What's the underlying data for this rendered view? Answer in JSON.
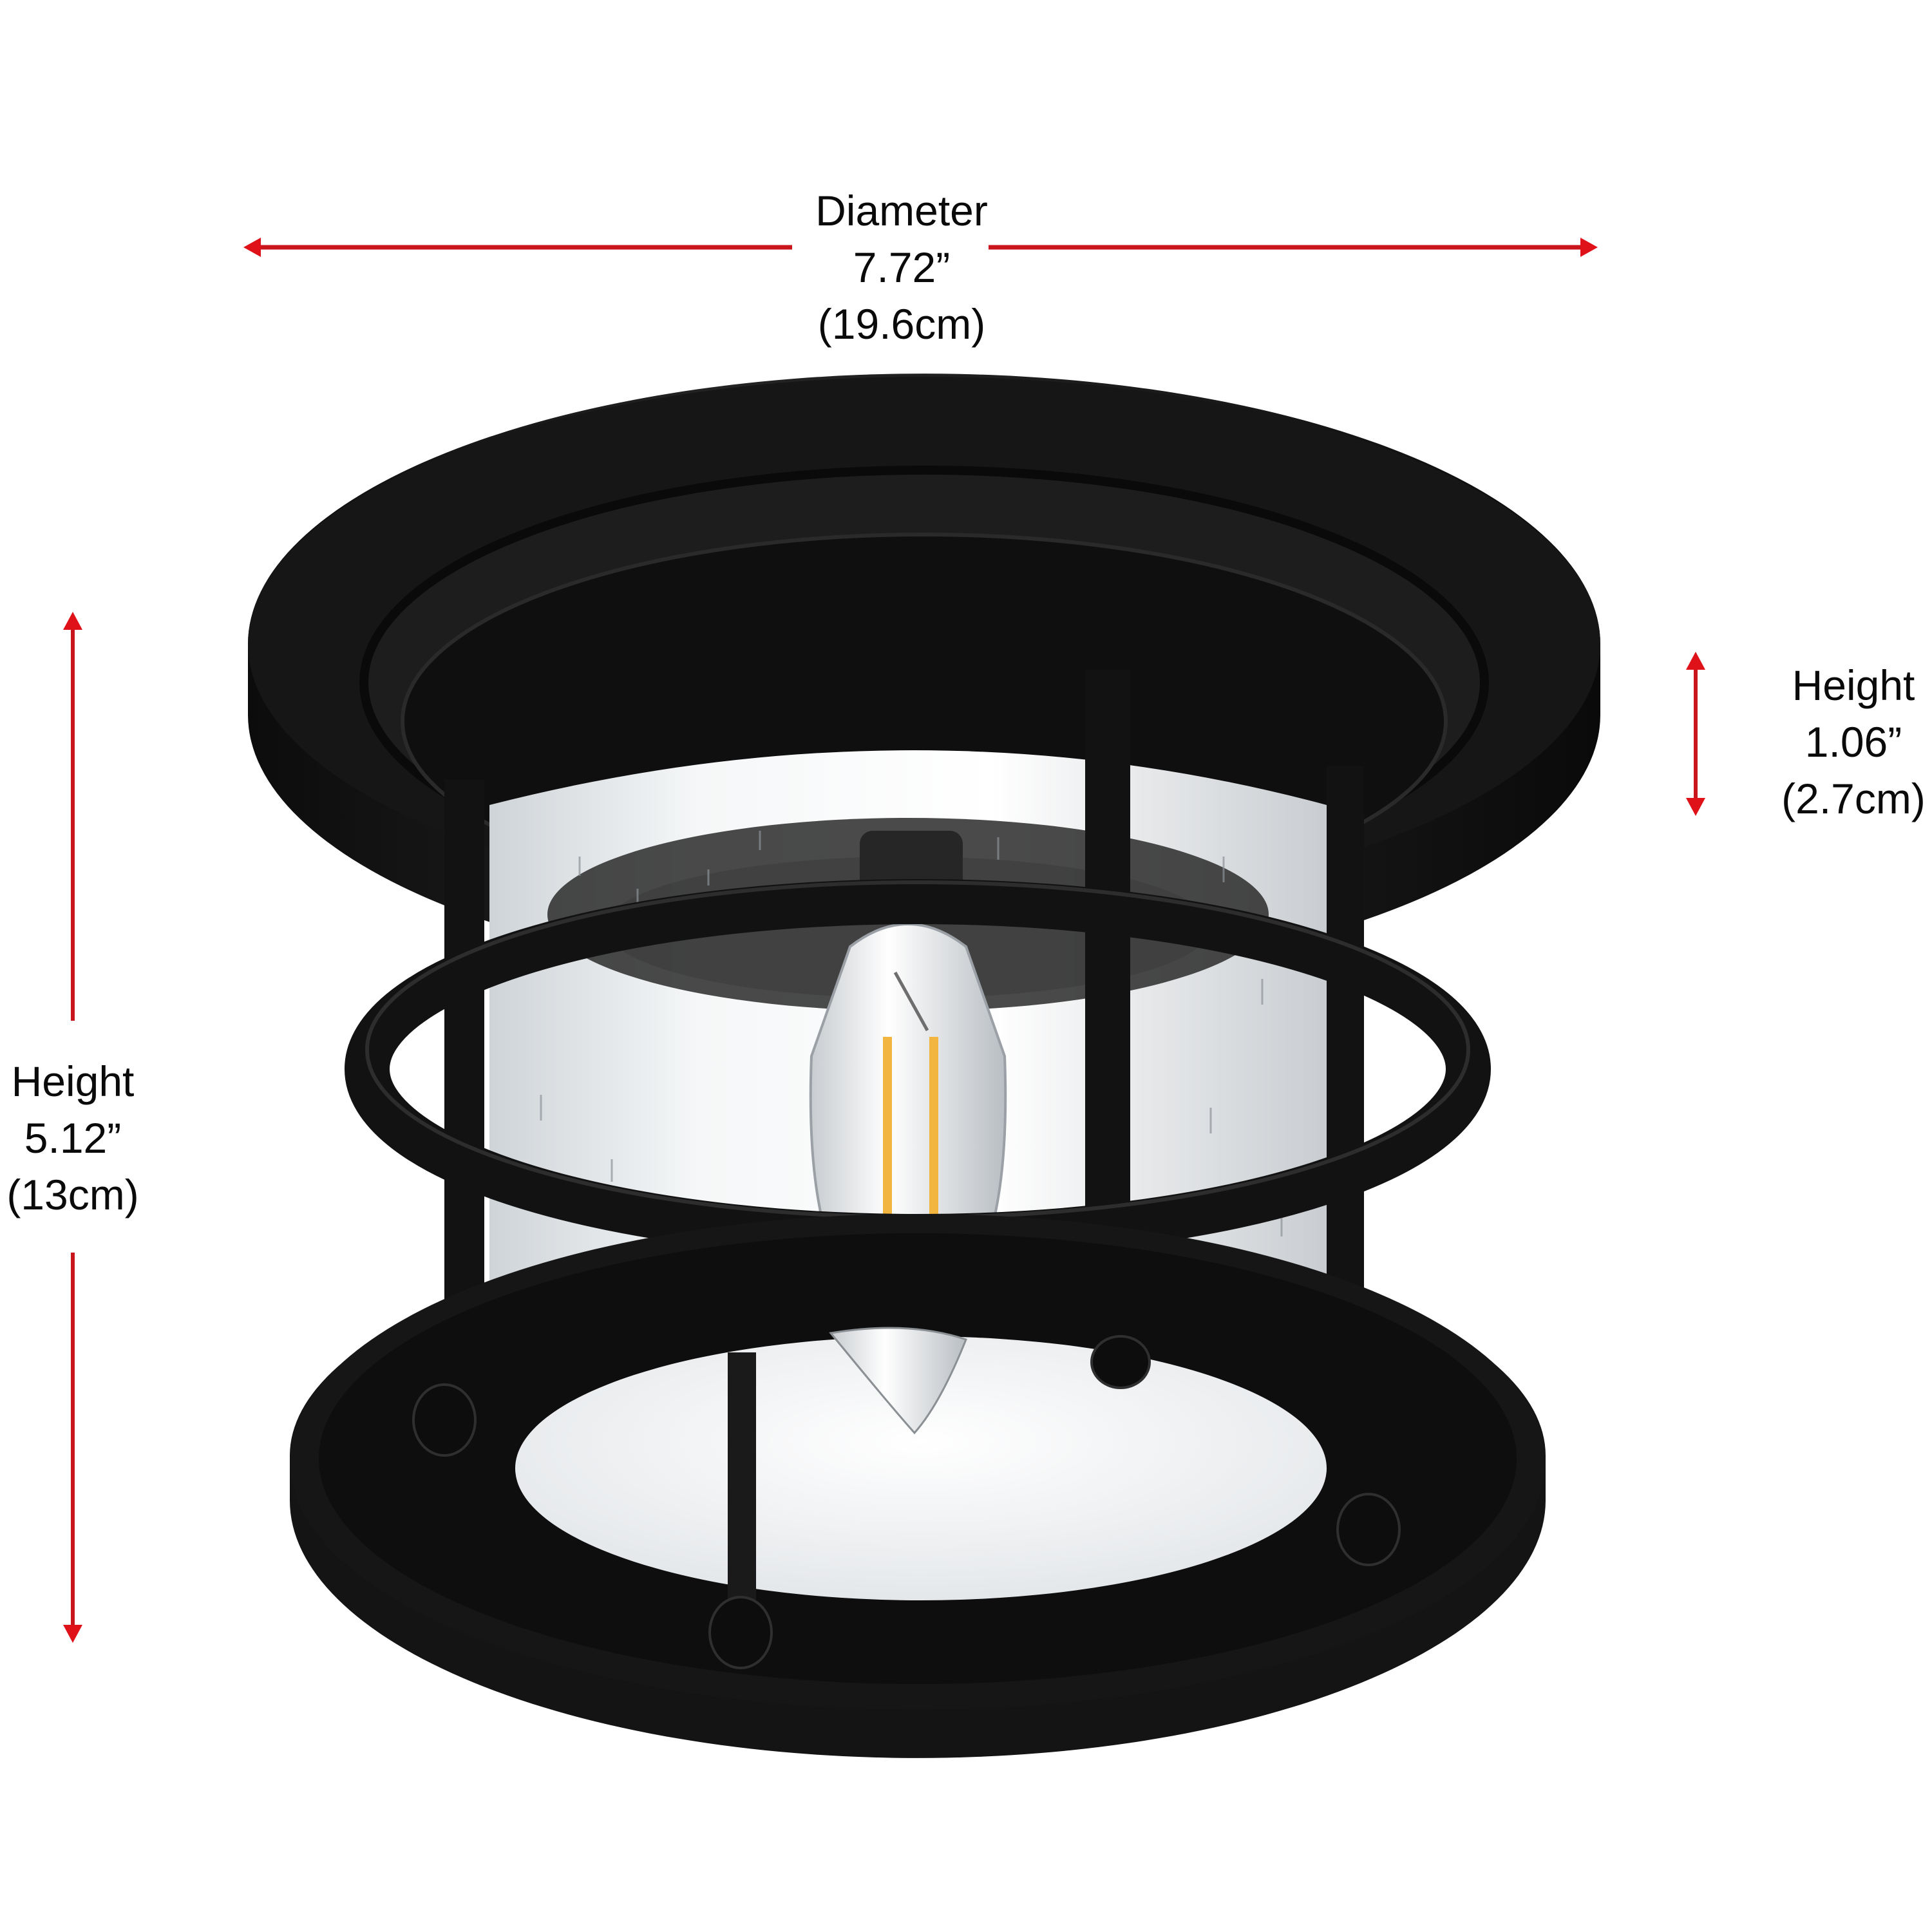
{
  "product": {
    "name": "Flush mount outdoor ceiling light (black cage, seeded glass, candelabra bulb)",
    "colors": {
      "arrow": "#e01219",
      "metal": "#141414",
      "metal_highlight": "#2e2e2e",
      "glass": "#eef1f3",
      "filament": "#f2b640",
      "text": "#0a0a0a",
      "background": "#ffffff"
    }
  },
  "dimensions": {
    "diameter": {
      "label": "Diameter",
      "inches": "7.72”",
      "cm": "(19.6cm)",
      "orientation": "horizontal",
      "position": "top"
    },
    "canopy_height": {
      "label": "Height",
      "inches": "1.06”",
      "cm": "(2.7cm)",
      "orientation": "vertical",
      "position": "right"
    },
    "total_height": {
      "label": "Height",
      "inches": "5.12”",
      "cm": "(13cm)",
      "orientation": "vertical",
      "position": "left"
    }
  }
}
